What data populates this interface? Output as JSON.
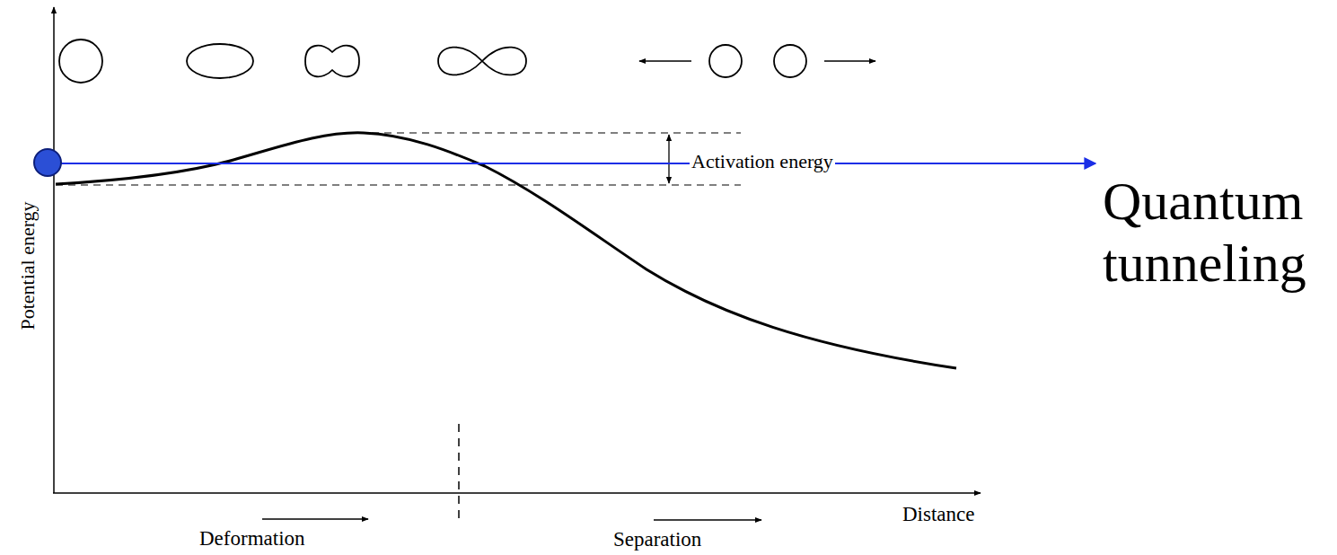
{
  "diagram": {
    "labels": [
      "Potential energy",
      "Activation energy",
      "Quantum tunneling",
      "Distance",
      "Deformation",
      "Separation"
    ]
  }
}
